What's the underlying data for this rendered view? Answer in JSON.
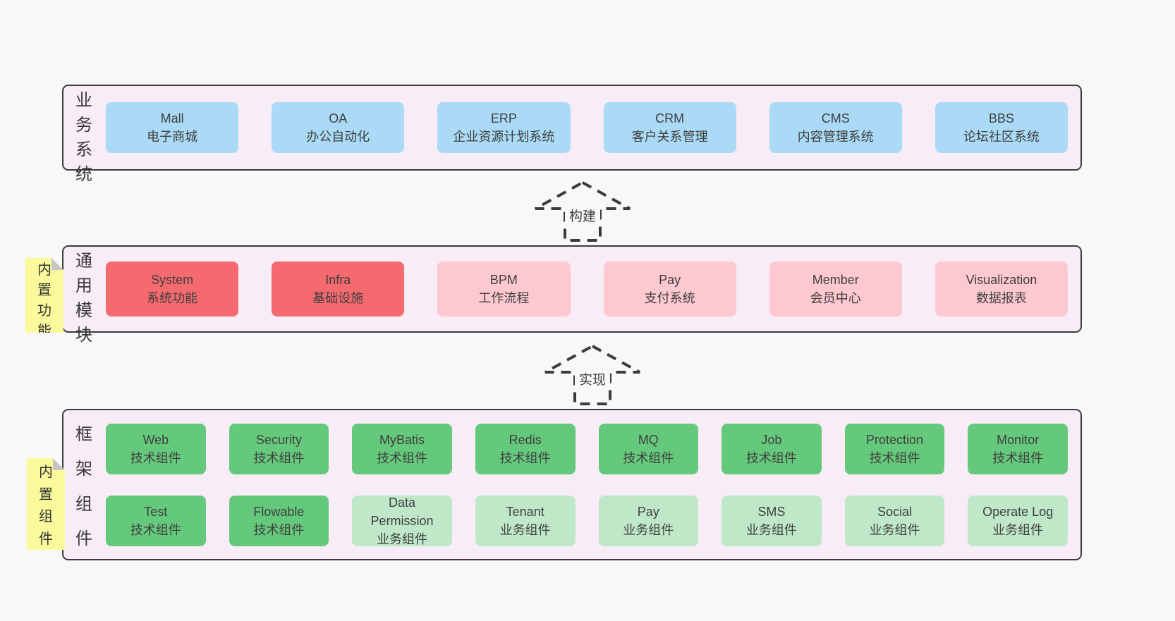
{
  "colors": {
    "page_bg": "#f8f8f8",
    "band_bg": "#f8edf6",
    "border": "#3c3c3c",
    "text": "#3f3f3f",
    "blue": "#aadaf5",
    "red": "#f56a6f",
    "pink": "#fdc8d0",
    "green": "#65c97c",
    "green_light": "#bfe8c8",
    "note_yellow": "#fafa9d",
    "fold_gray": "#c6c6c6"
  },
  "diagram": {
    "arrows": [
      {
        "label": "构建"
      },
      {
        "label": "实现"
      }
    ],
    "bands": [
      {
        "id": "business-systems",
        "side_label": "业务系统",
        "note": null,
        "rows": [
          [
            {
              "title": "Mall",
              "subtitle": "电子商城",
              "variant": "blue"
            },
            {
              "title": "OA",
              "subtitle": "办公自动化",
              "variant": "blue"
            },
            {
              "title": "ERP",
              "subtitle": "企业资源计划系统",
              "variant": "blue"
            },
            {
              "title": "CRM",
              "subtitle": "客户关系管理",
              "variant": "blue"
            },
            {
              "title": "CMS",
              "subtitle": "内容管理系统",
              "variant": "blue"
            },
            {
              "title": "BBS",
              "subtitle": "论坛社区系统",
              "variant": "blue"
            }
          ]
        ]
      },
      {
        "id": "common-modules",
        "side_label": "通用模块",
        "note": "内置功能",
        "rows": [
          [
            {
              "title": "System",
              "subtitle": "系统功能",
              "variant": "red"
            },
            {
              "title": "Infra",
              "subtitle": "基础设施",
              "variant": "red"
            },
            {
              "title": "BPM",
              "subtitle": "工作流程",
              "variant": "pink"
            },
            {
              "title": "Pay",
              "subtitle": "支付系统",
              "variant": "pink"
            },
            {
              "title": "Member",
              "subtitle": "会员中心",
              "variant": "pink"
            },
            {
              "title": "Visualization",
              "subtitle": "数据报表",
              "variant": "pink"
            }
          ]
        ]
      },
      {
        "id": "framework-components",
        "side_label": "框架组件",
        "note": "内置组件",
        "rows": [
          [
            {
              "title": "Web",
              "subtitle": "技术组件",
              "variant": "green"
            },
            {
              "title": "Security",
              "subtitle": "技术组件",
              "variant": "green"
            },
            {
              "title": "MyBatis",
              "subtitle": "技术组件",
              "variant": "green"
            },
            {
              "title": "Redis",
              "subtitle": "技术组件",
              "variant": "green"
            },
            {
              "title": "MQ",
              "subtitle": "技术组件",
              "variant": "green"
            },
            {
              "title": "Job",
              "subtitle": "技术组件",
              "variant": "green"
            },
            {
              "title": "Protection",
              "subtitle": "技术组件",
              "variant": "green"
            },
            {
              "title": "Monitor",
              "subtitle": "技术组件",
              "variant": "green"
            }
          ],
          [
            {
              "title": "Test",
              "subtitle": "技术组件",
              "variant": "green"
            },
            {
              "title": "Flowable",
              "subtitle": "技术组件",
              "variant": "green"
            },
            {
              "title": "Data Permission",
              "subtitle": "业务组件",
              "variant": "green_light"
            },
            {
              "title": "Tenant",
              "subtitle": "业务组件",
              "variant": "green_light"
            },
            {
              "title": "Pay",
              "subtitle": "业务组件",
              "variant": "green_light"
            },
            {
              "title": "SMS",
              "subtitle": "业务组件",
              "variant": "green_light"
            },
            {
              "title": "Social",
              "subtitle": "业务组件",
              "variant": "green_light"
            },
            {
              "title": "Operate Log",
              "subtitle": "业务组件",
              "variant": "green_light"
            }
          ]
        ]
      }
    ]
  }
}
